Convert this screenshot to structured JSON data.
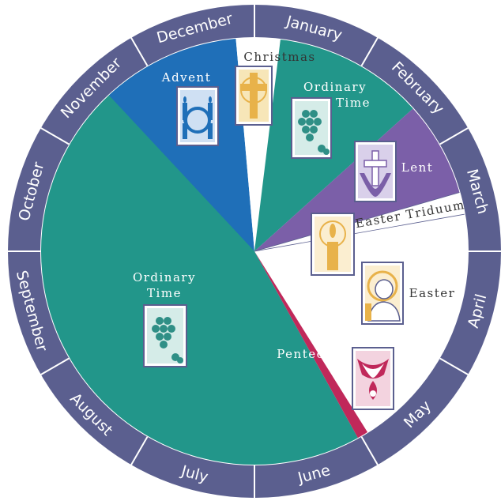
{
  "colors": {
    "ring": "#5b5f8f",
    "ring_divider": "#ffffff",
    "ordinary_time": "#22968a",
    "advent": "#1f6fb8",
    "christmas": "#ffffff",
    "lent": "#7b5fa8",
    "easter_triduum": "#ffffff",
    "easter": "#ffffff",
    "pentecost": "#c0285a",
    "icon_gold": "#e8b24a",
    "icon_green": "#2f8f86",
    "icon_blue": "#1f6fb8",
    "icon_purple": "#7b5fa8",
    "icon_red": "#c0285a"
  },
  "months": [
    "January",
    "February",
    "March",
    "April",
    "May",
    "June",
    "July",
    "August",
    "September",
    "October",
    "November",
    "December"
  ],
  "seasons": {
    "advent": {
      "label": "Advent",
      "icon": "advent-wreath-icon"
    },
    "christmas": {
      "label": "Christmas",
      "icon": "cross-icon"
    },
    "ordinary_time_winter": {
      "label_line1": "Ordinary",
      "label_line2": "Time",
      "icon": "grapes-wheat-icon"
    },
    "lent": {
      "label": "Lent",
      "icon": "cross-hands-icon"
    },
    "easter_triduum": {
      "label": "Easter Triduum",
      "icon": "candle-icon"
    },
    "easter": {
      "label": "Easter",
      "icon": "lamb-icon"
    },
    "pentecost": {
      "label": "Pentecost",
      "icon": "dove-flame-icon"
    },
    "ordinary_time_summer": {
      "label_line1": "Ordinary",
      "label_line2": "Time",
      "icon": "grapes-wheat-icon"
    }
  }
}
